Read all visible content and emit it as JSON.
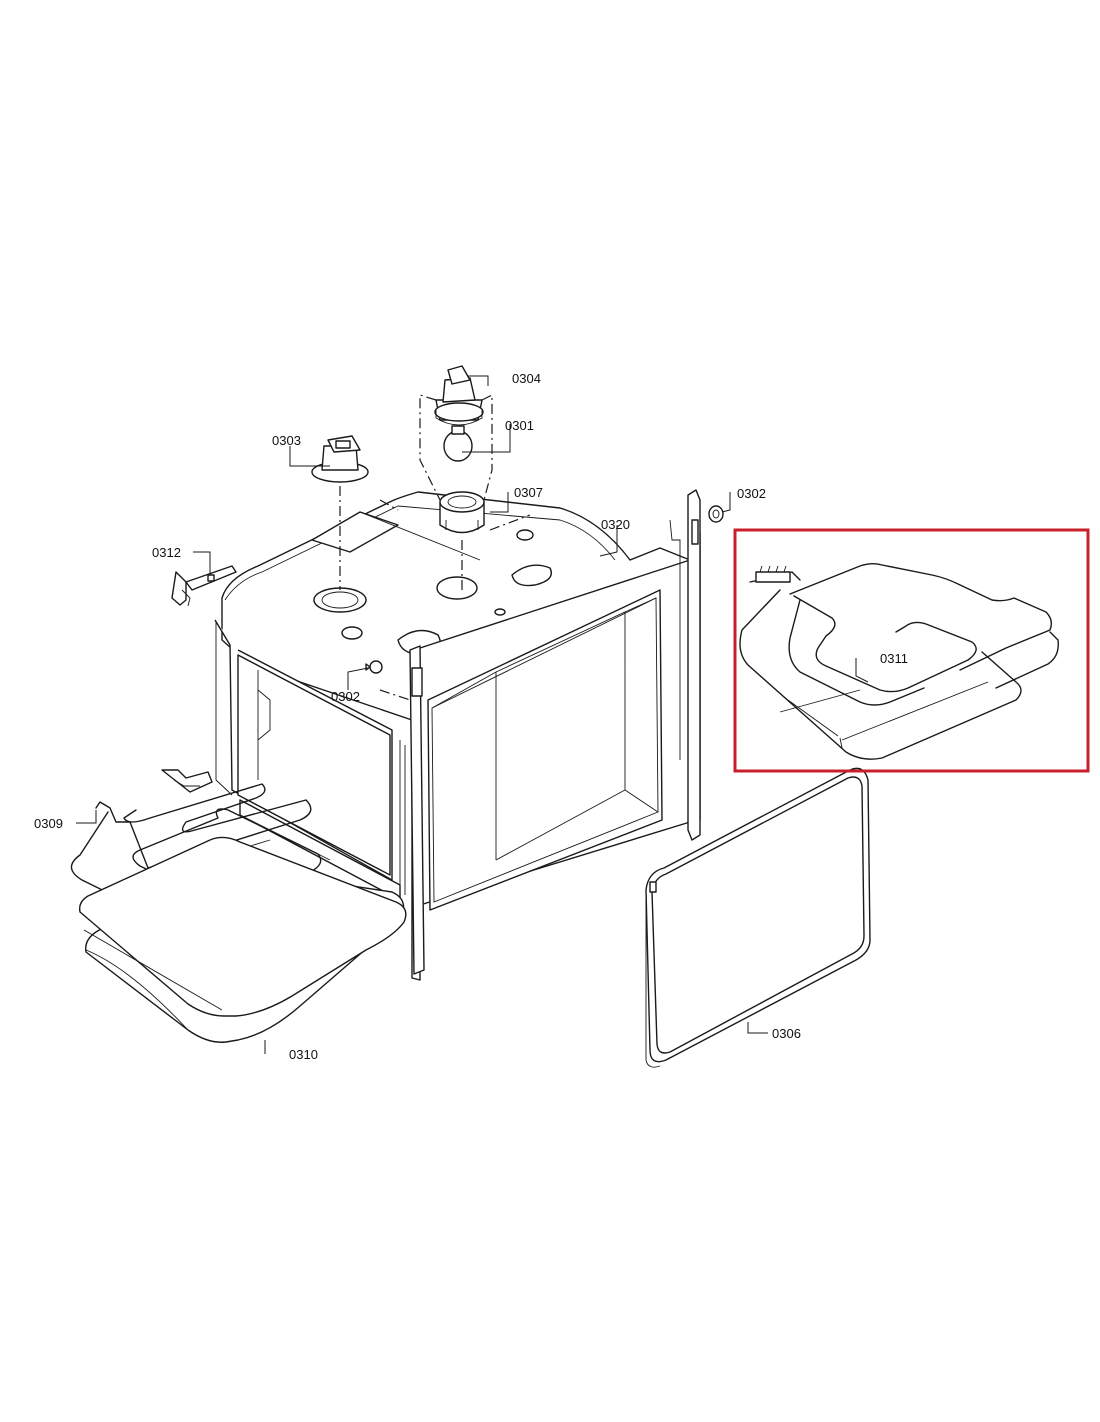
{
  "parts": [
    {
      "id": "p0304",
      "label": "0304"
    },
    {
      "id": "p0301",
      "label": "0301"
    },
    {
      "id": "p0303",
      "label": "0303"
    },
    {
      "id": "p0307",
      "label": "0307"
    },
    {
      "id": "p0302a",
      "label": "0302"
    },
    {
      "id": "p0320",
      "label": "0320"
    },
    {
      "id": "p0312",
      "label": "0312"
    },
    {
      "id": "p0311",
      "label": "0311"
    },
    {
      "id": "p0302b",
      "label": "0302"
    },
    {
      "id": "p0309",
      "label": "0309"
    },
    {
      "id": "p0310",
      "label": "0310"
    },
    {
      "id": "p0306",
      "label": "0306"
    }
  ],
  "highlight": {
    "part": "0311",
    "color": "#c8202a"
  },
  "line_color": "#1a1a1a"
}
